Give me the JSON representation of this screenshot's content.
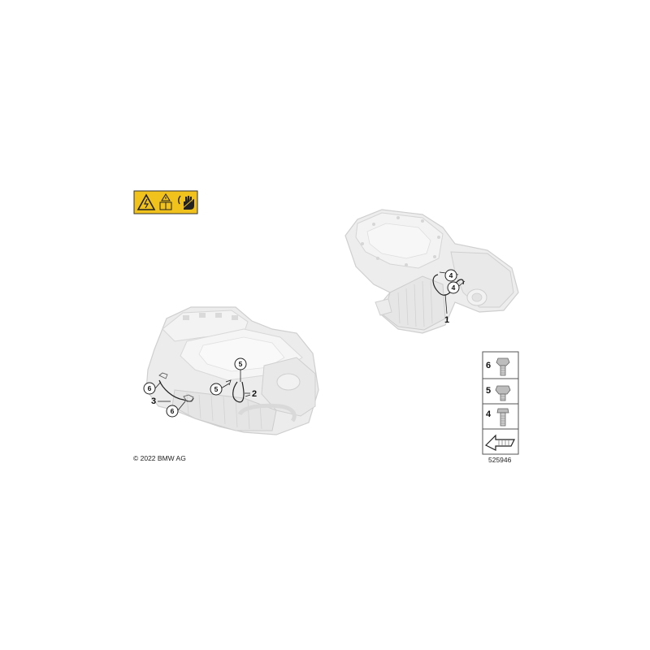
{
  "copyright": "© 2022 BMW AG",
  "diagram_number": "525946",
  "warning_icons": [
    "high-voltage-warning-icon",
    "read-manual-icon",
    "no-touch-hand-icon"
  ],
  "colors": {
    "warning_bg": "#f1c21b",
    "part_fill": "#ececec",
    "part_stroke": "#cfcfcf",
    "line": "#222222"
  },
  "callouts": {
    "c4a": "4",
    "c4b": "4",
    "c5a": "5",
    "c5b": "5",
    "c6a": "6",
    "c6b": "6"
  },
  "labels": {
    "l1": "1",
    "l2": "2",
    "l3": "3"
  },
  "legend": {
    "items": [
      "6",
      "5",
      "4"
    ]
  }
}
